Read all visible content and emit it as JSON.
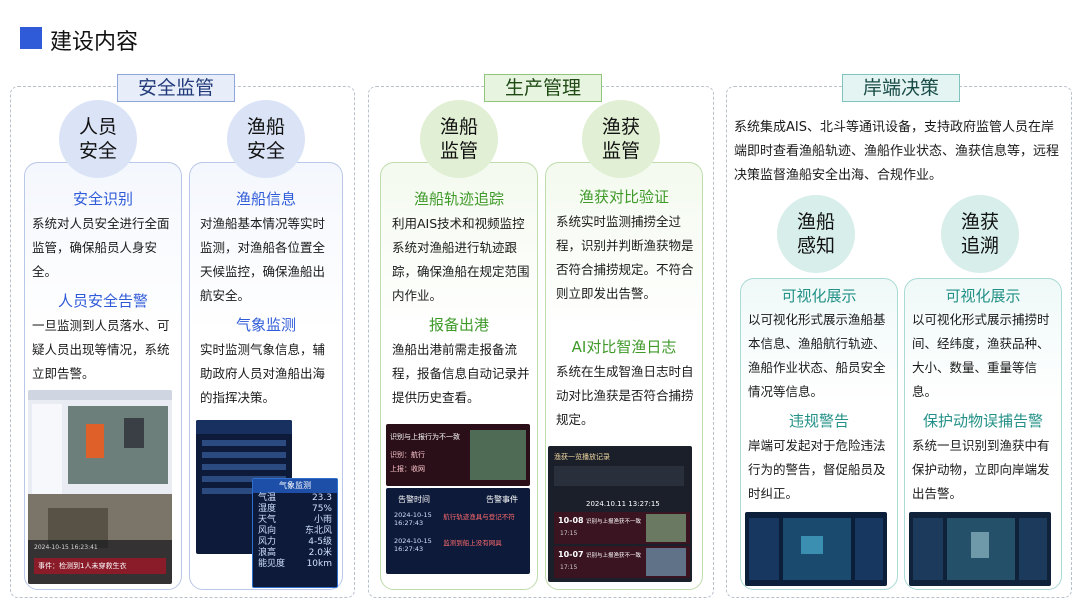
{
  "header": {
    "title": "建设内容"
  },
  "sections": [
    {
      "title": "安全监管",
      "cards": [
        {
          "circle": [
            "人员",
            "安全"
          ],
          "blocks": [
            {
              "title": "安全识别",
              "text": "系统对人员安全进行全面监管，确保船员人身安全。"
            },
            {
              "title": "人员安全告警",
              "text": "一旦监测到人员落水、可疑人员出现等情况，系统立即告警。"
            }
          ],
          "shot": {
            "caption": "事件：检测到1人未穿救生衣",
            "time": "2024-10-15 16:23:41"
          }
        },
        {
          "circle": [
            "渔船",
            "安全"
          ],
          "blocks": [
            {
              "title": "渔船信息",
              "text": "对渔船基本情况等实时监测，对渔船各位置全天候监控，确保渔船出航安全。"
            },
            {
              "title": "气象监测",
              "text": "实时监测气象信息，辅助政府人员对渔船出海的指挥决策。"
            }
          ],
          "shot": {
            "panel_title": "气象监测",
            "rows": [
              {
                "label": "气温",
                "value": "23.3"
              },
              {
                "label": "湿度",
                "value": "75%"
              },
              {
                "label": "天气",
                "value": "小雨"
              },
              {
                "label": "风向",
                "value": "东北风"
              },
              {
                "label": "风力",
                "value": "4-5级"
              },
              {
                "label": "浪高",
                "value": "2.0米"
              },
              {
                "label": "能见度",
                "value": "10km"
              }
            ]
          }
        }
      ]
    },
    {
      "title": "生产管理",
      "cards": [
        {
          "circle": [
            "渔船",
            "监管"
          ],
          "blocks": [
            {
              "title": "渔船轨迹追踪",
              "text": "利用AIS技术和视频监控系统对渔船进行轨迹跟踪，确保渔船在规定范围内作业。"
            },
            {
              "title": "报备出港",
              "text": "渔船出港前需走报备流程，报备信息自动记录并提供历史查看。"
            }
          ],
          "shot": {
            "alert": "识别与上报行为不一致",
            "alert_lines": [
              "识别：航行",
              "上报：收网"
            ],
            "columns": [
              "告警时间",
              "告警事件"
            ],
            "rows": [
              {
                "time": "2024-10-15 16:27:43",
                "event": "航行轨迹渔具与登记不符"
              },
              {
                "time": "2024-10-15 16:27:43",
                "event": "监测到船上没有网具"
              }
            ]
          }
        },
        {
          "circle": [
            "渔获",
            "监管"
          ],
          "blocks": [
            {
              "title": "渔获对比验证",
              "text": "系统实时监测捕捞全过程，识别并判断渔获物是否符合捕捞规定。不符合则立即发出告警。"
            },
            {
              "title": "AI对比智渔日志",
              "text": "系统在生成智渔日志时自动对比渔获是否符合捕捞规定。"
            }
          ],
          "shot": {
            "title": "渔获一览播放记录",
            "timestamp": "2024.10.11 13:27:15",
            "items": [
              {
                "id": "10-08",
                "time": "17:15",
                "desc": "识别与上报渔获不一致"
              },
              {
                "id": "10-07",
                "time": "17:15",
                "desc": "识别与上报渔获不一致"
              }
            ]
          }
        }
      ]
    },
    {
      "title": "岸端决策",
      "intro": "系统集成AIS、北斗等通讯设备，支持政府监管人员在岸端即时查看渔船轨迹、渔船作业状态、渔获信息等，远程决策监督渔船安全出海、合规作业。",
      "cards": [
        {
          "circle": [
            "渔船",
            "感知"
          ],
          "blocks": [
            {
              "title": "可视化展示",
              "text": "以可视化形式展示渔船基本信息、渔船航行轨迹、渔船作业状态、船员安全情况等信息。"
            },
            {
              "title": "违规警告",
              "text": "岸端可发起对于危险违法行为的警告，督促船员及时纠正。"
            }
          ]
        },
        {
          "circle": [
            "渔获",
            "追溯"
          ],
          "blocks": [
            {
              "title": "可视化展示",
              "text": "以可视化形式展示捕捞时间、经纬度，渔获品种、大小、数量、重量等信息。"
            },
            {
              "title": "保护动物误捕告警",
              "text": "系统一旦识别到渔获中有保护动物，立即向岸端发出告警。"
            }
          ]
        }
      ]
    }
  ],
  "colors": {
    "accent": "#2f5bd8",
    "green": "#3f9a2a",
    "teal": "#239187",
    "dark_panel": "#0d1a3a"
  }
}
